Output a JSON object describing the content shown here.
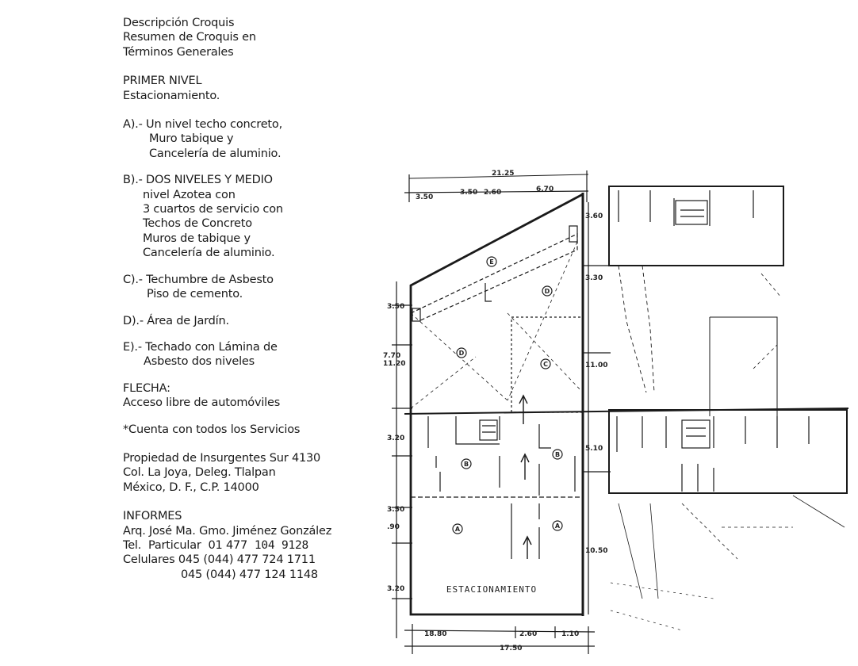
{
  "header": [
    "Descripción Croquis",
    "Resumen de Croquis en",
    "Términos Generales"
  ],
  "level": {
    "title": "PRIMER NIVEL",
    "subtitle": "Estacionamiento."
  },
  "items": {
    "a": [
      "A).- Un nivel techo concreto,",
      "Muro tabique y",
      "Cancelería de aluminio."
    ],
    "b": [
      "B).- DOS NIVELES Y MEDIO",
      "nivel Azotea con",
      "3 cuartos de servicio con",
      "Techos de Concreto",
      "Muros de tabique y",
      "Cancelería de aluminio."
    ],
    "c": [
      "C).- Techumbre de Asbesto",
      "Piso de cemento."
    ],
    "d": [
      "D).- Área de Jardín."
    ],
    "e": [
      "E).- Techado con Lámina de",
      "Asbesto dos niveles"
    ]
  },
  "flecha": {
    "title": "FLECHA:",
    "text": "Acceso libre de automóviles"
  },
  "services": "*Cuenta con todos los Servicios",
  "address": [
    "Propiedad de Insurgentes Sur 4130",
    "Col. La Joya, Deleg. Tlalpan",
    "México, D. F., C.P. 14000"
  ],
  "informes": {
    "title": "INFORMES",
    "name": "Arq. José Ma. Gmo. Jiménez González",
    "tel_label": "Tel.  Particular  01 477",
    "tel_handwritten": "104 9128",
    "cel1": "Celulares 045 (044) 477 724 1711",
    "cel2": "045 (044) 477 124 1148"
  },
  "sketch": {
    "zone_label": "ESTACIONAMIENTO",
    "zones": {
      "a": "A",
      "b": "B",
      "c": "C",
      "d": "D",
      "e": "E"
    },
    "dims": {
      "top_total": "21.25",
      "top_1": "3.50",
      "top_2": "3.50",
      "top_3": "2.60",
      "top_4": "6.70",
      "left_1": "3.50",
      "left_2": "7.70",
      "left_3": "11.20",
      "left_4": "3.20",
      "left_5": "3.50",
      "left_6": ".90",
      "left_7": "3.20",
      "right_1": "3.60",
      "right_2": "3.30",
      "right_3": "11.00",
      "right_4": "5.10",
      "right_5": "10.50",
      "bottom_1": "18.80",
      "bottom_2": "2.60",
      "bottom_3": "1.10",
      "bottom_total": "17.50"
    }
  }
}
